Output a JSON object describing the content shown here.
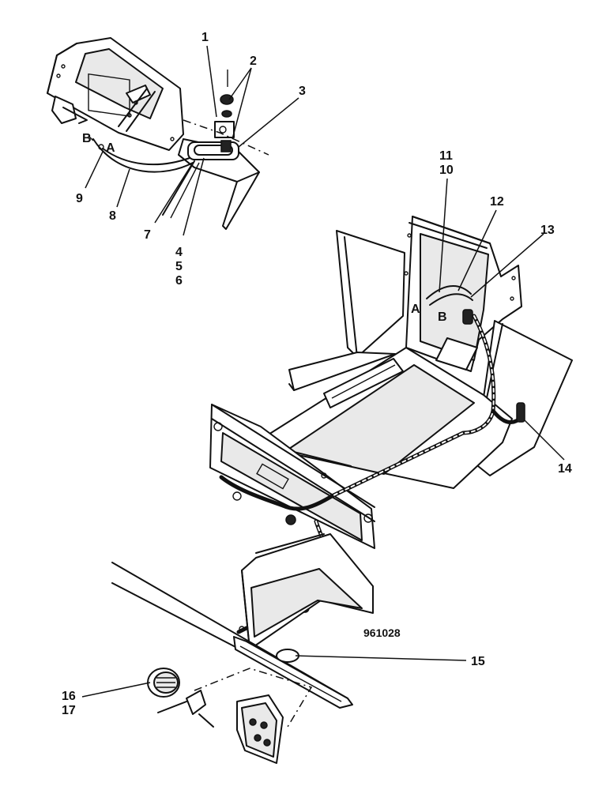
{
  "drawing_number": "961028",
  "callouts": [
    "1",
    "2",
    "3",
    "4",
    "5",
    "6",
    "7",
    "8",
    "9",
    "10",
    "11",
    "12",
    "13",
    "14",
    "15",
    "16",
    "17"
  ],
  "connector_letters": {
    "a": "A",
    "b": "B"
  }
}
